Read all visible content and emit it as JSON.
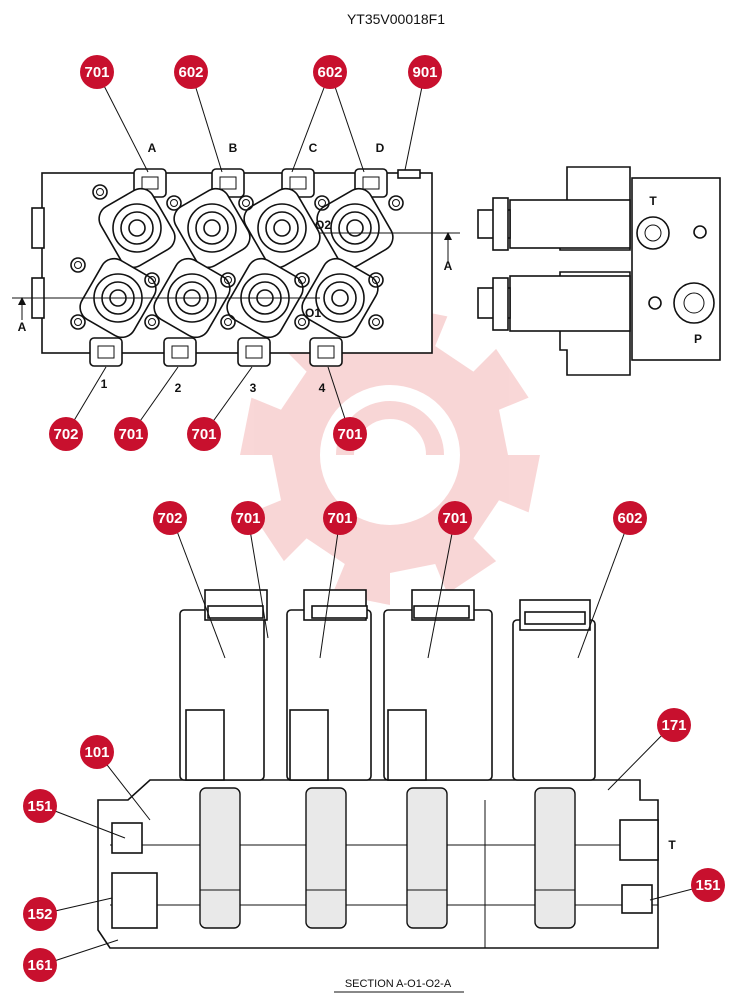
{
  "document_id": "YT35V00018F1",
  "callout_color": "#c8102e",
  "watermark_color": "#f4b6b6",
  "plan_view": {
    "port_labels_top": [
      "A",
      "B",
      "C",
      "D"
    ],
    "port_labels_bottom": [
      "1",
      "2",
      "3",
      "4"
    ],
    "section_marker": "A",
    "origin_labels": [
      "O2",
      "O1"
    ],
    "side_ports": {
      "tank": "T",
      "pressure": "P"
    },
    "callouts_top": [
      "701",
      "602",
      "602",
      "901"
    ],
    "callouts_bottom": [
      "702",
      "701",
      "701",
      "701"
    ]
  },
  "section_view": {
    "callouts_top": [
      "702",
      "701",
      "701",
      "701",
      "602"
    ],
    "callouts_left": [
      "101",
      "151",
      "152",
      "161"
    ],
    "callouts_right": [
      "171",
      "151"
    ],
    "tank_label": "T",
    "caption": "SECTION  A-O1-O2-A"
  }
}
